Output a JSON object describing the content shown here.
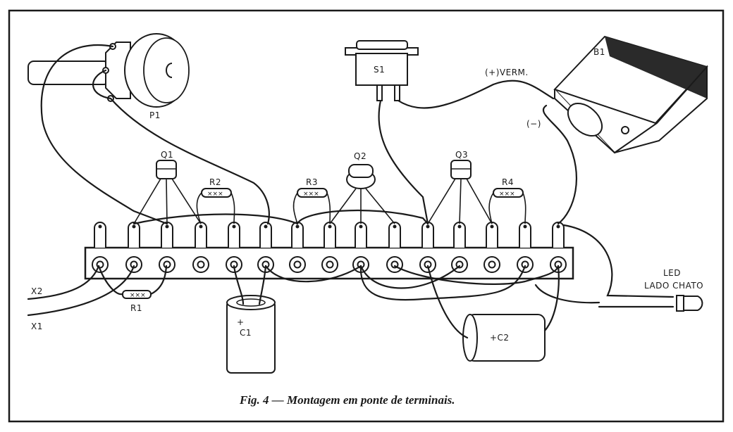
{
  "labels": {
    "p1": "P1",
    "s1": "S1",
    "b1": "B1",
    "plus_verm": "(+)VERM.",
    "minus": "(−)",
    "q1": "Q1",
    "q2": "Q2",
    "q3": "Q3",
    "r1": "R1",
    "r2": "R2",
    "r3": "R3",
    "r4": "R4",
    "c1": "C1",
    "c1_plus": "+",
    "c2": "+C2",
    "led": "LED",
    "lado_chato": "LADO CHATO",
    "x1": "X1",
    "x2": "X2"
  },
  "caption": "Fig. 4 — Montagem em ponte de terminais."
}
